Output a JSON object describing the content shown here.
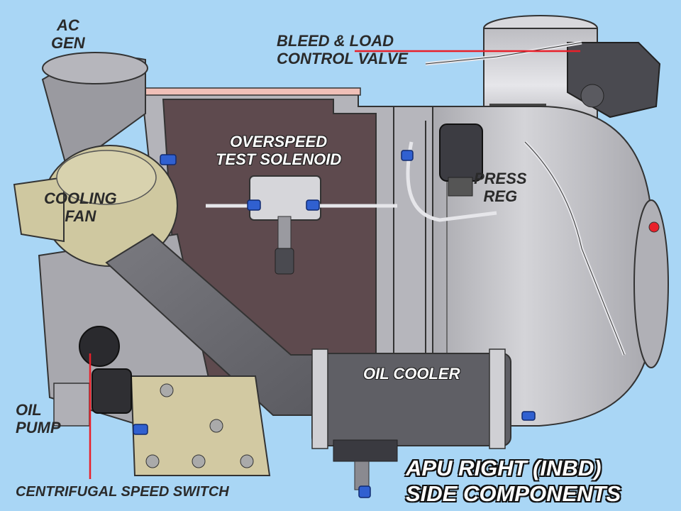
{
  "labels": {
    "ac_gen": [
      "AC",
      "GEN"
    ],
    "bleed_valve": [
      "BLEED & LOAD",
      "CONTROL VALVE"
    ],
    "overspeed": [
      "OVERSPEED",
      "TEST SOLENOID"
    ],
    "press_reg": [
      "PRESS",
      "REG"
    ],
    "cooling_fan": [
      "COOLING",
      "FAN"
    ],
    "oil_cooler": "OIL COOLER",
    "oil_pump": [
      "OIL",
      "PUMP"
    ],
    "speed_switch": "CENTRIFUGAL SPEED SWITCH"
  },
  "title": [
    "APU RIGHT (INBD)",
    "SIDE COMPONENTS"
  ],
  "colors": {
    "background": "#a9d6f5",
    "leader_line": "#e8202a",
    "engine_body": "#c8c8cc",
    "panel": "#5e4a4e",
    "fan_housing": "#cfc8a0",
    "bracket": "#d2c9a2",
    "fitting": "#3060d0"
  }
}
